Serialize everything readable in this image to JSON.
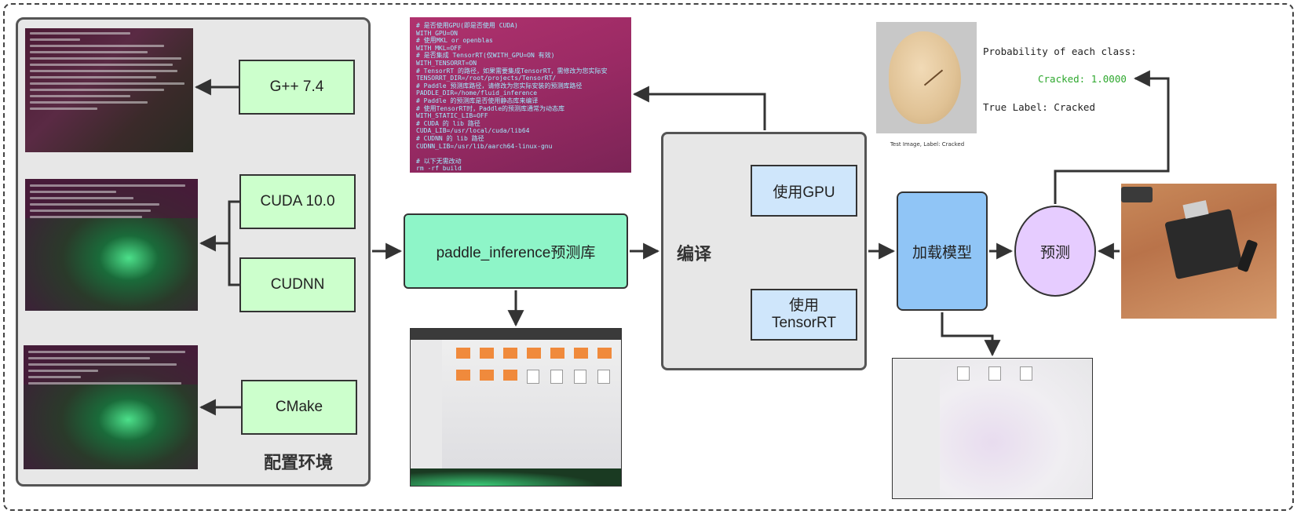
{
  "environment": {
    "title": "配置环境",
    "gpp": "G++ 7.4",
    "cuda": "CUDA 10.0",
    "cudnn": "CUDNN",
    "cmake": "CMake"
  },
  "inference_lib": {
    "label": "paddle_inference预测库"
  },
  "compile": {
    "title": "编译",
    "use_gpu": "使用GPU",
    "use_tensorrt": "使用\nTensorRT"
  },
  "load_model": {
    "label": "加载模型"
  },
  "predict": {
    "label": "预测"
  },
  "code_screenshot": {
    "text": "# 是否使用GPU(即是否使用 CUDA)\nWITH_GPU=ON\n# 使用MKL or openblas\nWITH_MKL=OFF\n# 是否集成 TensorRT(仅WITH_GPU=ON 有效)\nWITH_TENSORRT=ON\n# TensorRT 的路径，如果需要集成TensorRT，需修改为您实际安\nTENSORRT_DIR=/root/projects/TensorRT/\n# Paddle 预测库路径，请修改为您实际安装的预测库路径\nPADDLE_DIR=/home/fluid_inference\n# Paddle 的预测库是否使用静态库来编译\n# 使用TensorRT时，Paddle的预测库通常为动态库\nWITH_STATIC_LIB=OFF\n# CUDA 的 lib 路径\nCUDA_LIB=/usr/local/cuda/lib64\n# CUDNN 的 lib 路径\nCUDNN_LIB=/usr/lib/aarch64-linux-gnu\n\n# 以下无需改动\nrm -rf build\nmkdir -p build\ncd build\ncmake .."
  },
  "result": {
    "caption": "Test Image, Label: Cracked",
    "probability_heading": "Probability of each class:",
    "prediction": "Cracked: 1.0000",
    "true_label": "True Label: Cracked"
  },
  "colors": {
    "green_node": "#ccffcc",
    "teal_node": "#8ef5c8",
    "light_blue_node": "#cfe6fb",
    "blue_node": "#90c5f6",
    "lavender_node": "#e6ccff",
    "panel": "#e7e7e7",
    "prediction_text": "#2ea82e"
  }
}
